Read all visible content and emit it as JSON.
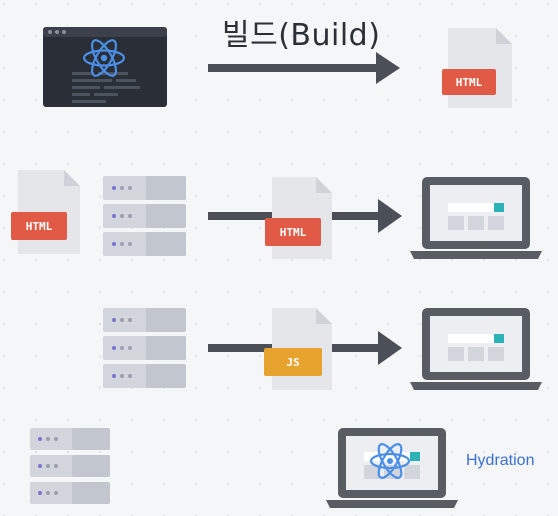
{
  "title": "빌드(Build)",
  "hydration_label": "Hydration",
  "badges": {
    "html": "HTML",
    "js": "JS"
  },
  "colors": {
    "background": "#f5f6f8",
    "html_badge": "#e05a45",
    "js_badge": "#e8a22e",
    "arrow": "#4a4f58",
    "react": "#4a8ee6",
    "laptop": "#585c63",
    "server_body": "#c8cbd2",
    "server_dot": "#7a73d8",
    "hydration_text": "#3b6fd0"
  },
  "icons": [
    "react-logo-icon",
    "document-icon",
    "server-icon",
    "laptop-icon",
    "arrow-icon"
  ]
}
